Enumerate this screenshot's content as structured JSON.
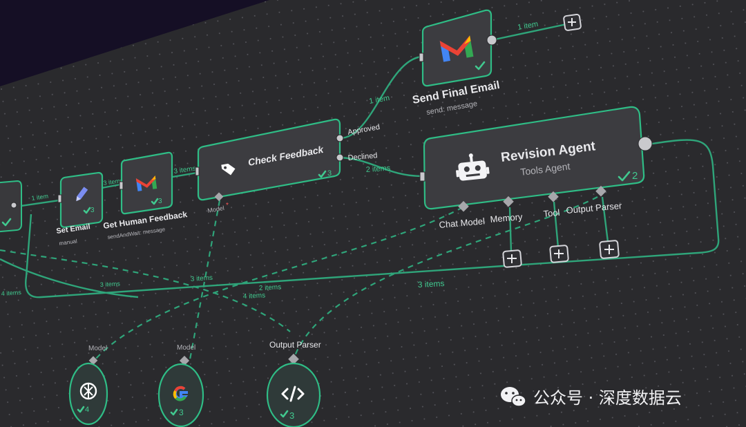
{
  "nodes": {
    "set_email": {
      "title": "Set Email",
      "subtitle": "manual",
      "count": "3"
    },
    "human_feedback": {
      "title": "Get Human Feedback",
      "subtitle": "sendAndWait: message",
      "count": "3"
    },
    "check_feedback": {
      "title": "Check Feedback",
      "count": "3",
      "approved": "Approved",
      "declined": "Declined",
      "model_label": "Model"
    },
    "send_final": {
      "title": "Send Final Email",
      "subtitle": "send: message"
    },
    "revision": {
      "title": "Revision Agent",
      "subtitle": "Tools Agent",
      "count": "2",
      "ports": [
        "Chat Model",
        "Memory",
        "Tool",
        "Output Parser"
      ]
    },
    "openai": {
      "label": "Model",
      "count": "4"
    },
    "google": {
      "label": "Model",
      "count": "3"
    },
    "parser": {
      "label": "Output Parser",
      "count": "3"
    }
  },
  "connections": {
    "item1_left": "1 item",
    "item3_a": "3 items",
    "item3_b": "3 items",
    "item1_approved": "1 item",
    "item1_top": "1 item",
    "items2_declined": "2 items",
    "items3_mid": "3 items",
    "items3_low": "3 items",
    "items4_left": "4 items",
    "items3_left": "3 items",
    "items2_low": "2 items",
    "items4_mid": "4 items"
  },
  "watermark": {
    "text": "公众号 · 深度数据云"
  },
  "colors": {
    "accent": "#2fbd86",
    "node_fill": "#3c3c40",
    "canvas": "#2a2a2d"
  },
  "icons": [
    "pencil-icon",
    "gmail-icon",
    "tag-icon",
    "robot-icon",
    "openai-icon",
    "google-icon",
    "code-icon",
    "plus-icon",
    "check-icon",
    "wechat-icon"
  ]
}
